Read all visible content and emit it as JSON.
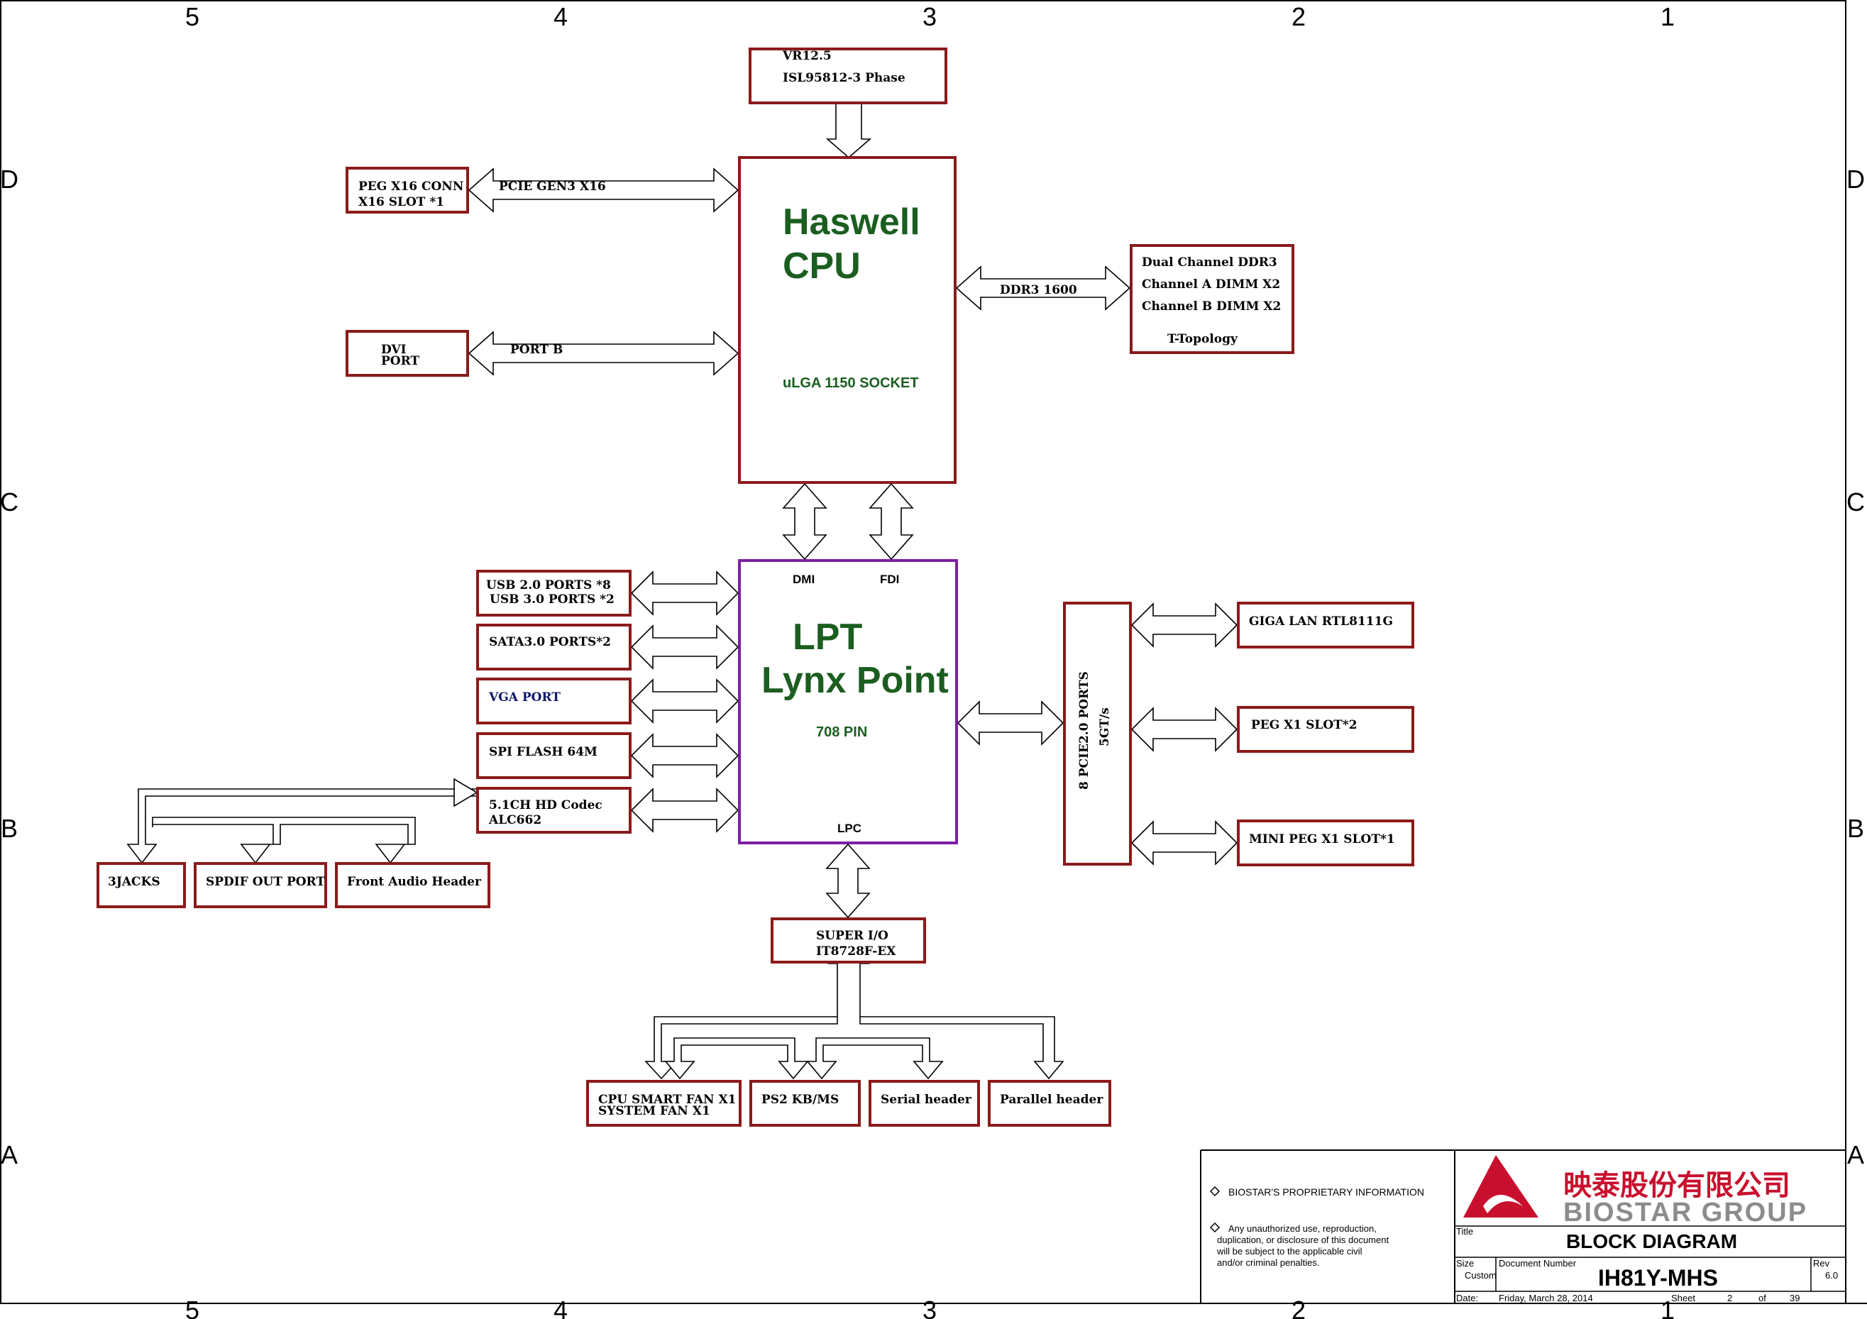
{
  "colors": {
    "box_border": "#8b1a1a",
    "pch_border": "#7b1fa2",
    "green_text": "#1b5e20",
    "navy_text": "#0d1a66",
    "logo_red": "#c8102e",
    "logo_gray": "#8c8c8c"
  },
  "grid": {
    "cols": [
      "5",
      "4",
      "3",
      "2",
      "1"
    ],
    "rows": [
      "D",
      "C",
      "B",
      "A"
    ]
  },
  "blocks": {
    "vr": {
      "line1": "VR12.5",
      "line2": "ISL95812-3 Phase"
    },
    "cpu": {
      "line1": "Haswell",
      "line2": "CPU",
      "socket": "uLGA 1150 SOCKET"
    },
    "peg16": {
      "line1": "PEG X16 CONN",
      "line2": "X16 SLOT *1"
    },
    "dvi": {
      "line1": "DVI",
      "line2": "PORT"
    },
    "ddr": {
      "line1": "Dual Channel DDR3",
      "line2": "Channel A DIMM X2",
      "line3": "Channel B DIMM X2",
      "line4": "T-Topology"
    },
    "pch": {
      "line1": "LPT",
      "line2": "Lynx Point",
      "pins": "708 PIN",
      "dmi": "DMI",
      "fdi": "FDI",
      "lpc": "LPC"
    },
    "usb": {
      "line1": "USB 2.0 PORTS *8",
      "line2": "USB 3.0 PORTS *2"
    },
    "sata": {
      "line1": "SATA3.0 PORTS*2"
    },
    "vga": {
      "line1": "VGA PORT"
    },
    "spi": {
      "line1": "SPI FLASH 64M"
    },
    "codec": {
      "line1": "5.1CH HD Codec",
      "line2": "ALC662"
    },
    "jacks": {
      "line1": "3JACKS"
    },
    "spdif": {
      "line1": "SPDIF OUT PORT"
    },
    "front_audio": {
      "line1": "Front Audio Header"
    },
    "pcie_bar": {
      "line1": "8 PCIE2.0 PORTS",
      "line2": "5GT/s"
    },
    "lan": {
      "line1": "GIGA LAN RTL8111G"
    },
    "pegx1": {
      "line1": "PEG X1 SLOT*2"
    },
    "minipeg": {
      "line1": "MINI PEG X1 SLOT*1"
    },
    "sio": {
      "line1": "SUPER I/O",
      "line2": "IT8728F-EX"
    },
    "fan": {
      "line1": "CPU SMART FAN X1",
      "line2": "SYSTEM FAN X1"
    },
    "ps2": {
      "line1": "PS2 KB/MS"
    },
    "serial": {
      "line1": "Serial header"
    },
    "parallel": {
      "line1": "Parallel header"
    }
  },
  "links": {
    "pcie_gen3": "PCIE GEN3 X16",
    "port_b": "PORT B",
    "ddr3": "DDR3 1600"
  },
  "title_block": {
    "notice1": "BIOSTAR'S PROPRIETARY INFORMATION",
    "notice2_l1": "Any unauthorized use, reproduction,",
    "notice2_l2": "duplication, or disclosure of this document",
    "notice2_l3": "will be subject to the applicable civil",
    "notice2_l4": "and/or criminal penalties.",
    "company_cn": "映泰股份有限公司",
    "company_en": "BIOSTAR GROUP",
    "title_label": "Title",
    "title": "BLOCK DIAGRAM",
    "size_label": "Size",
    "size": "Custom",
    "doc_label": "Document Number",
    "doc_number": "IH81Y-MHS",
    "rev_label": "Rev",
    "rev": "6.0",
    "date_label": "Date:",
    "date": "Friday, March 28, 2014",
    "sheet_label": "Sheet",
    "sheet": "2",
    "of_label": "of",
    "total": "39"
  }
}
